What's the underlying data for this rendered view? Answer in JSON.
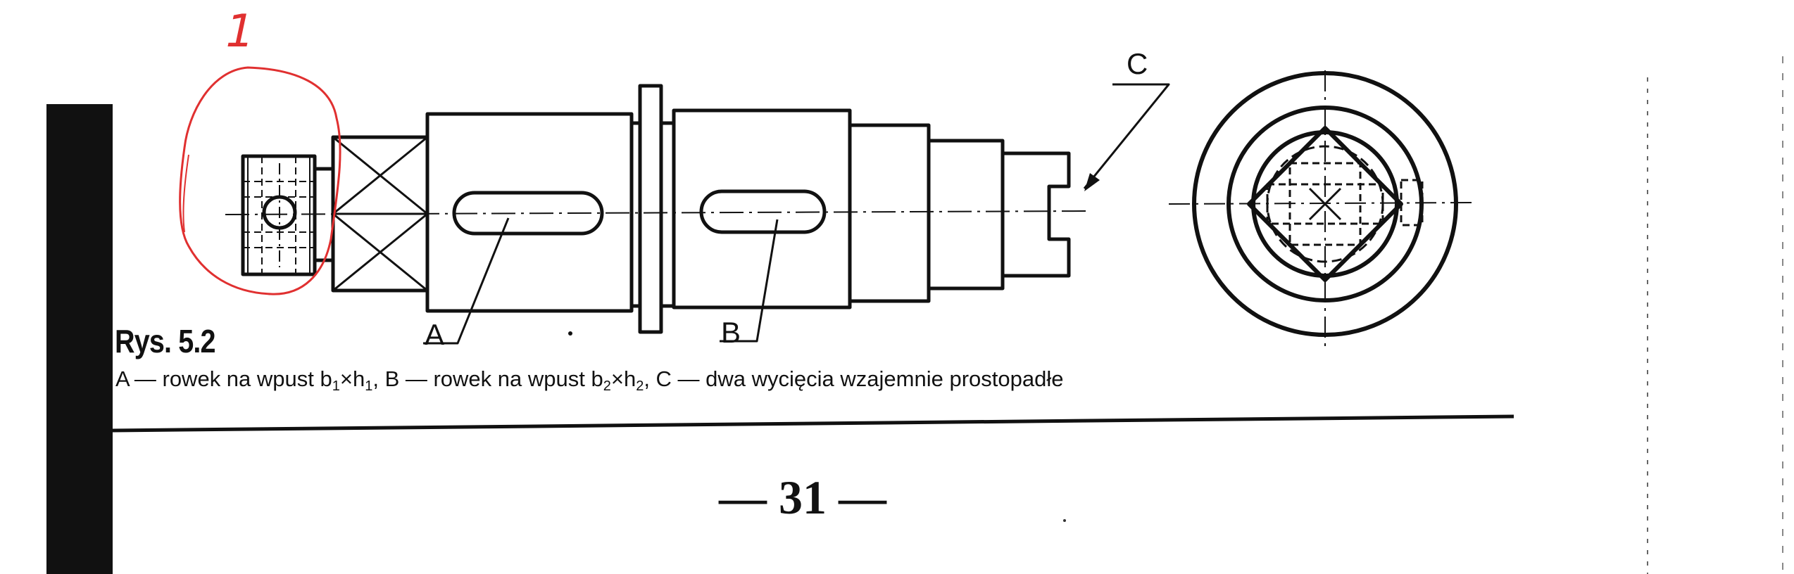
{
  "figure": {
    "title": "Rys. 5.2",
    "labels": {
      "a": "A",
      "b": "B",
      "c": "C"
    },
    "caption": {
      "part1": "A — rowek na wpust b",
      "sub1": "1",
      "mid1": "×h",
      "sub2": "1",
      "part2": ", B — rowek na wpust b",
      "sub3": "2",
      "mid2": "×h",
      "sub4": "2",
      "part3": ", C — dwa wycięcia wzajemnie prostopadłe"
    }
  },
  "annotation": {
    "number": "1",
    "color": "#e03030"
  },
  "page": {
    "number": "— 31 —"
  }
}
